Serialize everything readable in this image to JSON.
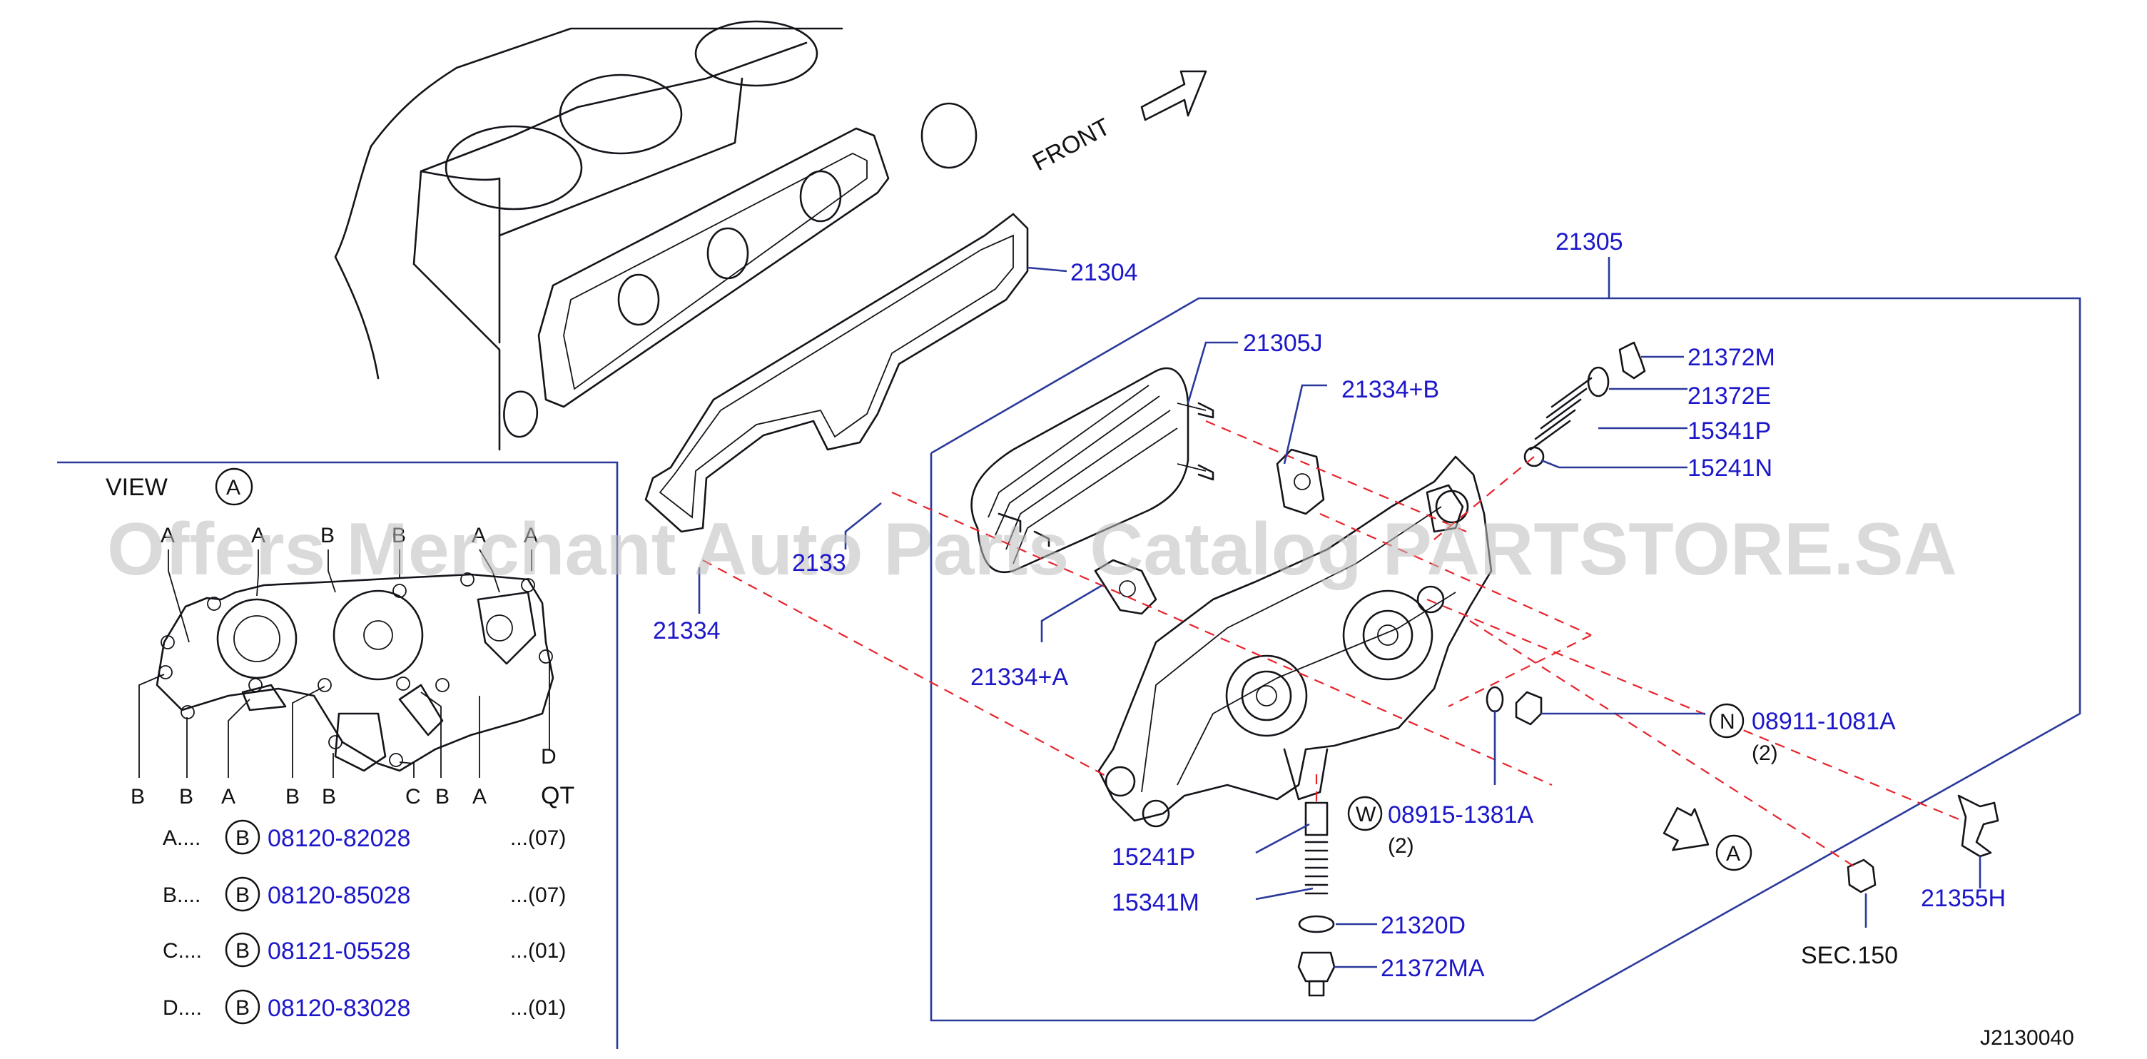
{
  "front_label": "FRONT",
  "view_label": "VIEW",
  "view_marker": "A",
  "watermark": "Offers Merchant Auto Parts Catalog PARTSTORE.SA",
  "qt_header": "QT",
  "view_top_letters": [
    "A",
    "A",
    "B",
    "B",
    "A",
    "A"
  ],
  "view_bottom_letters": [
    "B",
    "B",
    "A",
    "B",
    "B",
    "C",
    "B",
    "A",
    "D"
  ],
  "bolts": [
    {
      "letter": "A....",
      "symbol": "B",
      "part": "08120-82028",
      "qty": "...(07)"
    },
    {
      "letter": "B....",
      "symbol": "B",
      "part": "08120-85028",
      "qty": "...(07)"
    },
    {
      "letter": "C....",
      "symbol": "B",
      "part": "08121-05528",
      "qty": "...(01)"
    },
    {
      "letter": "D....",
      "symbol": "B",
      "part": "08120-83028",
      "qty": "...(01)"
    }
  ],
  "parts": {
    "p21304": "21304",
    "p21305": "21305",
    "p21305J": "21305J",
    "p21334B": "21334+B",
    "p21334": "21334",
    "p21334_obscured": "2133",
    "p21334A": "21334+A",
    "p21372M": "21372M",
    "p21372E": "21372E",
    "p15341P": "15341P",
    "p15241N": "15241N",
    "p08911": "08911-1081A",
    "p08911_sym": "N",
    "p08911_qty": "(2)",
    "p08915": "08915-1381A",
    "p08915_sym": "W",
    "p08915_qty": "(2)",
    "p15241P": "15241P",
    "p15341M": "15341M",
    "p21320D": "21320D",
    "p21372MA": "21372MA",
    "p21355H": "21355H",
    "sec150": "SEC.150",
    "arrow_marker": "A"
  },
  "diagram_code": "J2130040"
}
